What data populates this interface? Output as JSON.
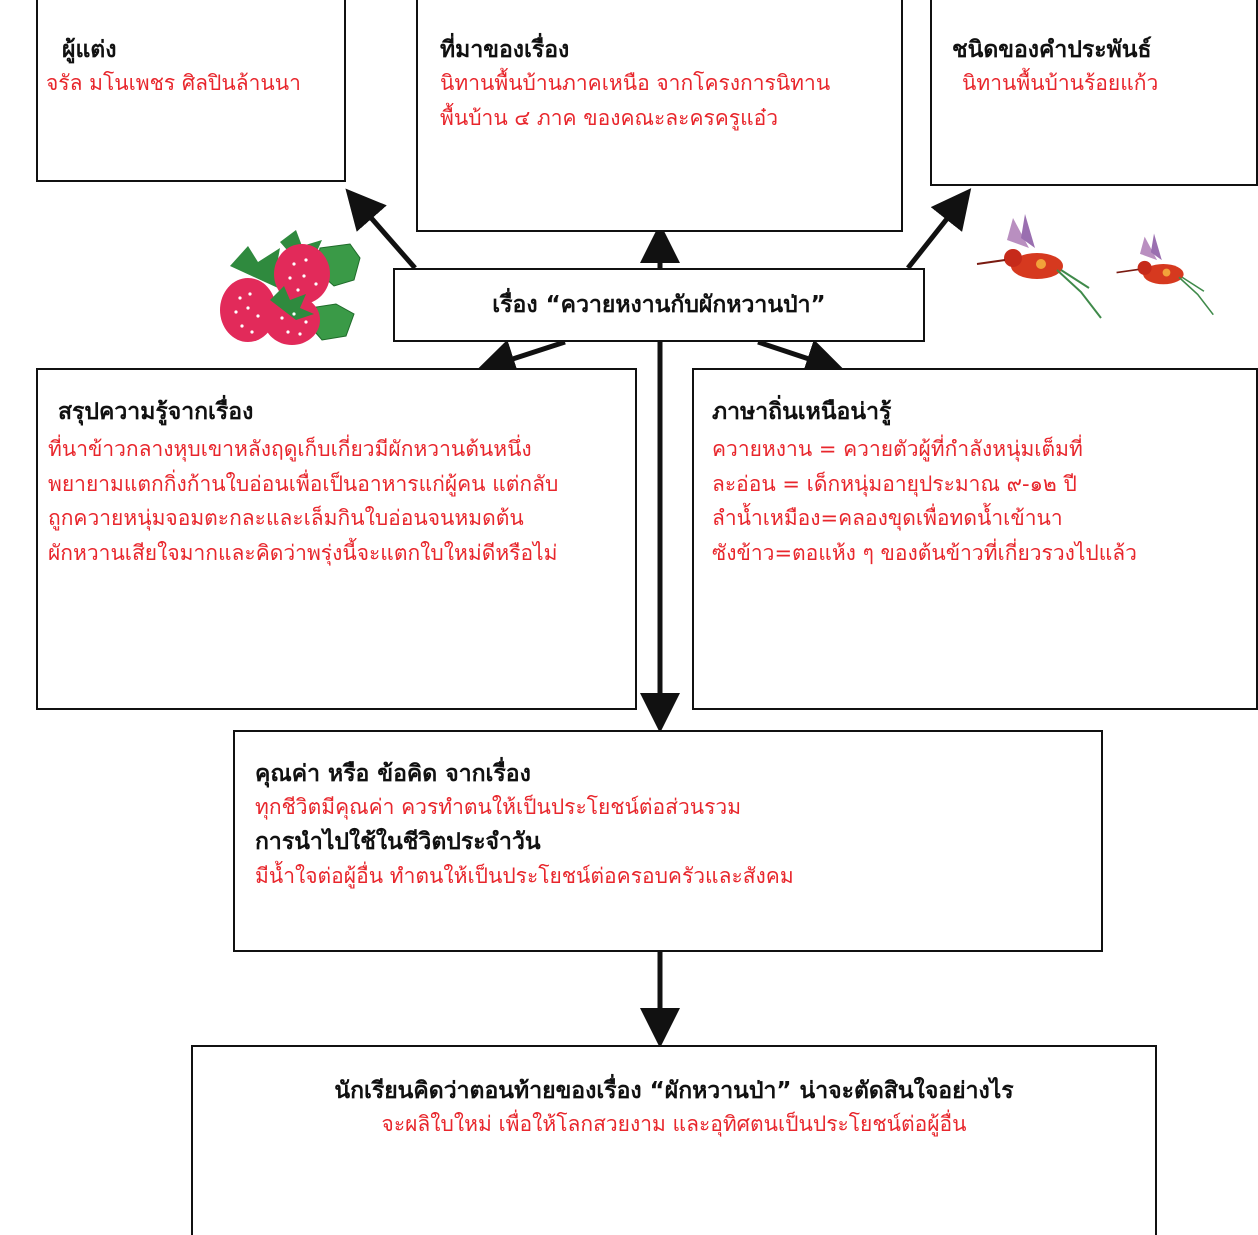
{
  "author_box": {
    "title": "ผู้แต่ง",
    "text": "จรัล  มโนเพชร ศิลปินล้านนา"
  },
  "source_box": {
    "title": "ที่มาของเรื่อง",
    "lines": [
      "นิทานพื้นบ้านภาคเหนือ จากโครงการนิทาน",
      "พื้นบ้าน ๔ ภาค ของคณะละครครูแอ๋ว"
    ]
  },
  "type_box": {
    "title": "ชนิดของคำประพันธ์",
    "text": "นิทานพื้นบ้านร้อยแก้ว"
  },
  "center_box": {
    "title": "เรื่อง “ควายหงานกับผักหวานป่า”"
  },
  "summary_box": {
    "title": "สรุปความรู้จากเรื่อง",
    "lines": [
      "ที่นาข้าวกลางหุบเขาหลังฤดูเก็บเกี่ยวมีผักหวานต้นหนึ่ง",
      "พยายามแตกกิ่งก้านใบอ่อนเพื่อเป็นอาหารแก่ผู้คน แต่กลับ",
      "ถูกควายหนุ่มจอมตะกละและเล็มกินใบอ่อนจนหมดต้น",
      "ผักหวานเสียใจมากและคิดว่าพรุ่งนี้จะแตกใบใหม่ดีหรือไม่"
    ]
  },
  "dialect_box": {
    "title": "ภาษาถิ่นเหนือน่ารู้",
    "lines": [
      "ควายหงาน = ควายตัวผู้ที่กำลังหนุ่มเต็มที่",
      "ละอ่อน = เด็กหนุ่มอายุประมาณ ๙-๑๒ ปี",
      "ลำน้ำเหมือง=คลองขุดเพื่อทดน้ำเข้านา",
      "ซังข้าว=ตอแห้ง ๆ ของต้นข้าวที่เกี่ยวรวงไปแล้ว"
    ]
  },
  "value_box": {
    "title": "คุณค่า หรือ ข้อคิด จากเรื่อง",
    "text": "ทุกชีวิตมีคุณค่า ควรทำตนให้เป็นประโยชน์ต่อส่วนรวม",
    "subtitle": "การนำไปใช้ในชีวิตประจำวัน",
    "subtext": "มีน้ำใจต่อผู้อื่น  ทำตนให้เป็นประโยชน์ต่อครอบครัวและสังคม"
  },
  "question_box": {
    "title": "นักเรียนคิดว่าตอนท้ายของเรื่อง “ผักหวานป่า” น่าจะตัดสินใจอย่างไร",
    "text": "จะผลิใบใหม่ เพื่อให้โลกสวยงาม และอุทิศตนเป็นประโยชน์ต่อผู้อื่น"
  },
  "colors": {
    "answer_text": "#e8262c",
    "border": "#111111"
  },
  "decorations": [
    "strawberry-icon",
    "hummingbird-icon"
  ]
}
